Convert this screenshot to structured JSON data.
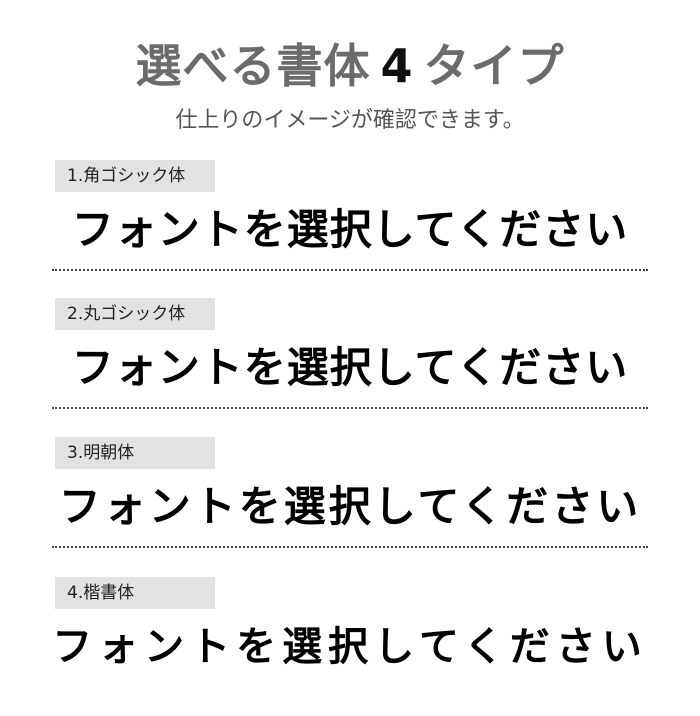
{
  "header": {
    "title_prefix": "選べる書体",
    "title_number": "4",
    "title_suffix": "タイプ",
    "subtitle": "仕上りのイメージが確認できます。"
  },
  "colors": {
    "title_gray": "#6b6b6b",
    "title_number": "#111111",
    "subtitle": "#555555",
    "label_background": "#e2e2e2",
    "sample_text": "#000000",
    "divider": "#444444"
  },
  "fonts": [
    {
      "label": "1.角ゴシック体",
      "sample": "フォントを選択してください"
    },
    {
      "label": "2.丸ゴシック体",
      "sample": "フォントを選択してください"
    },
    {
      "label": "3.明朝体",
      "sample": "フォントを選択してください"
    },
    {
      "label": "4.楷書体",
      "sample": "フォントを選択してください"
    }
  ]
}
